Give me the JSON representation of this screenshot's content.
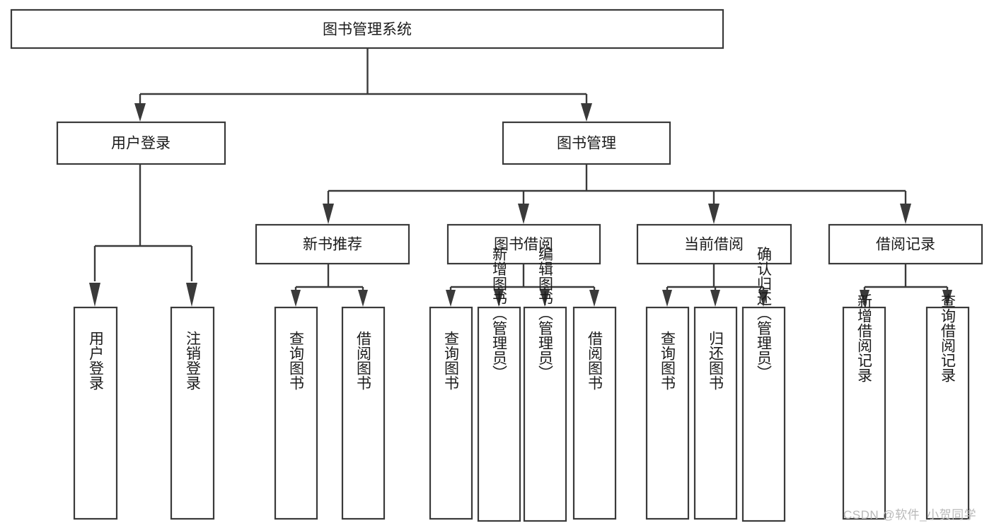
{
  "diagram": {
    "type": "tree",
    "title": "图书管理系统",
    "orientation": "top-down",
    "colors": {
      "box_stroke": "#3a3a3a",
      "box_fill": "#ffffff",
      "connector": "#3a3a3a",
      "text": "#1b1b1b",
      "background": "#ffffff",
      "watermark": "#b9b9b9"
    },
    "root": {
      "label": "图书管理系统"
    },
    "level2": [
      {
        "label": "用户登录"
      },
      {
        "label": "图书管理"
      }
    ],
    "level3": [
      {
        "label": "新书推荐"
      },
      {
        "label": "图书借阅"
      },
      {
        "label": "当前借阅"
      },
      {
        "label": "借阅记录"
      }
    ],
    "leaves": {
      "user_login": [
        {
          "label": "用户登录"
        },
        {
          "label": "注销登录"
        }
      ],
      "new_book_recommend": [
        {
          "label": "查询图书"
        },
        {
          "label": "借阅图书"
        }
      ],
      "book_borrow": [
        {
          "label": "查询图书"
        },
        {
          "label": "新增图书（管理员）"
        },
        {
          "label": "编辑图书（管理员）"
        },
        {
          "label": "借阅图书"
        }
      ],
      "current_borrow": [
        {
          "label": "查询图书"
        },
        {
          "label": "归还图书"
        },
        {
          "label": "确认归还（管理员）"
        }
      ],
      "borrow_record": [
        {
          "label": "新增借阅记录"
        },
        {
          "label": "查询借阅记录"
        }
      ]
    }
  },
  "watermark": {
    "text": "CSDN @软件_小贺同学"
  }
}
